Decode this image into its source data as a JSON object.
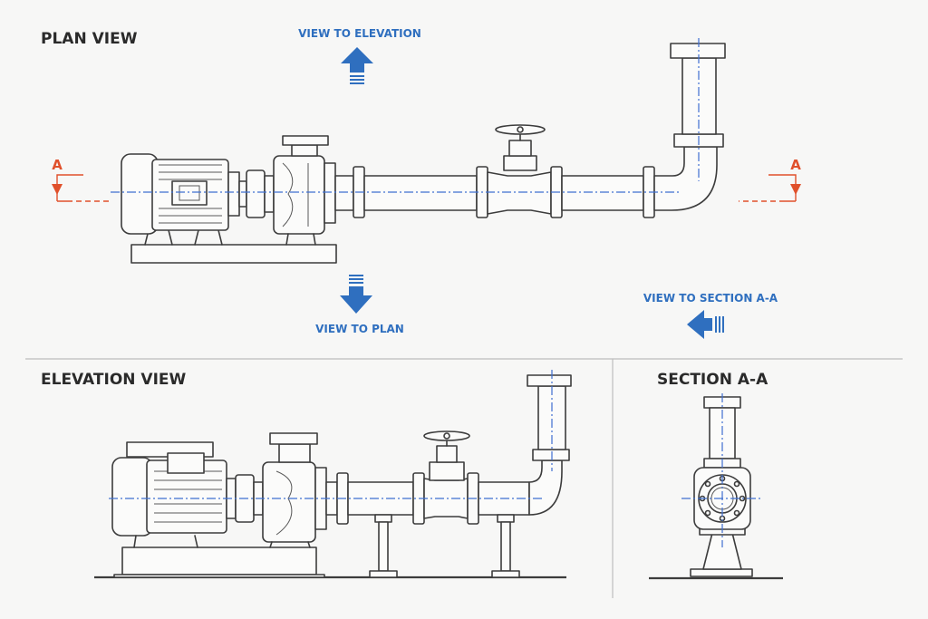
{
  "views": {
    "plan": {
      "title": "PLAN VIEW"
    },
    "elevation": {
      "title": "ELEVATION VIEW"
    },
    "section": {
      "title": "SECTION A-A"
    }
  },
  "navigation": {
    "to_elevation": {
      "label": "VIEW TO ELEVATION",
      "direction": "up"
    },
    "to_plan": {
      "label": "VIEW TO PLAN",
      "direction": "down"
    },
    "to_section": {
      "label": "VIEW TO SECTION A-A",
      "direction": "left"
    }
  },
  "section_cut": {
    "left_letter": "A",
    "right_letter": "A"
  },
  "colors": {
    "nav_arrow": "#2f6fbf",
    "centerline": "#3f6fd0",
    "section_cut": "#e0502b",
    "linework": "#3c3c3c"
  }
}
